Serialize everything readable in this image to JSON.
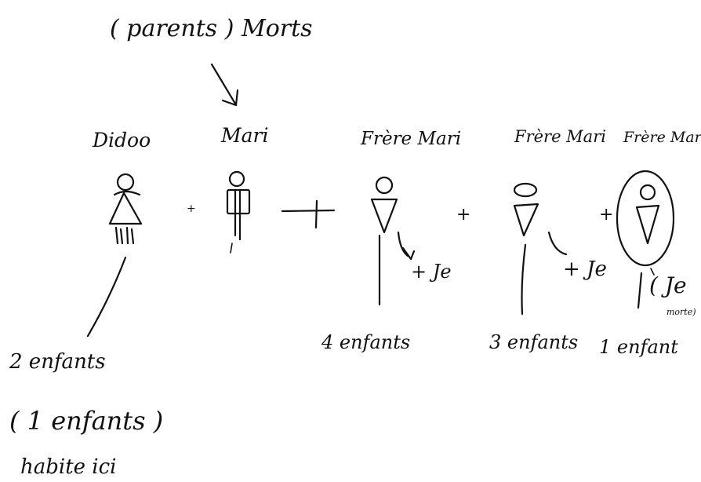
{
  "top_note": "( parents ) Morts",
  "members": [
    {
      "label": "Didoo"
    },
    {
      "label": "Mari"
    },
    {
      "label": "Frère Mari"
    },
    {
      "label": "Frère Mari"
    },
    {
      "label": "Frère Mari"
    }
  ],
  "sub_notes": [
    {
      "label": "+ Je"
    },
    {
      "label": "+ Je"
    },
    {
      "label": "( Je",
      "sub": "morte)"
    }
  ],
  "children": [
    {
      "label": "4 enfants"
    },
    {
      "label": "3 enfants"
    },
    {
      "label": "1 enfant"
    }
  ],
  "didoo_children": {
    "line1": "2 enfants",
    "line2": "( 1 enfants )",
    "line3": "habite ici"
  }
}
